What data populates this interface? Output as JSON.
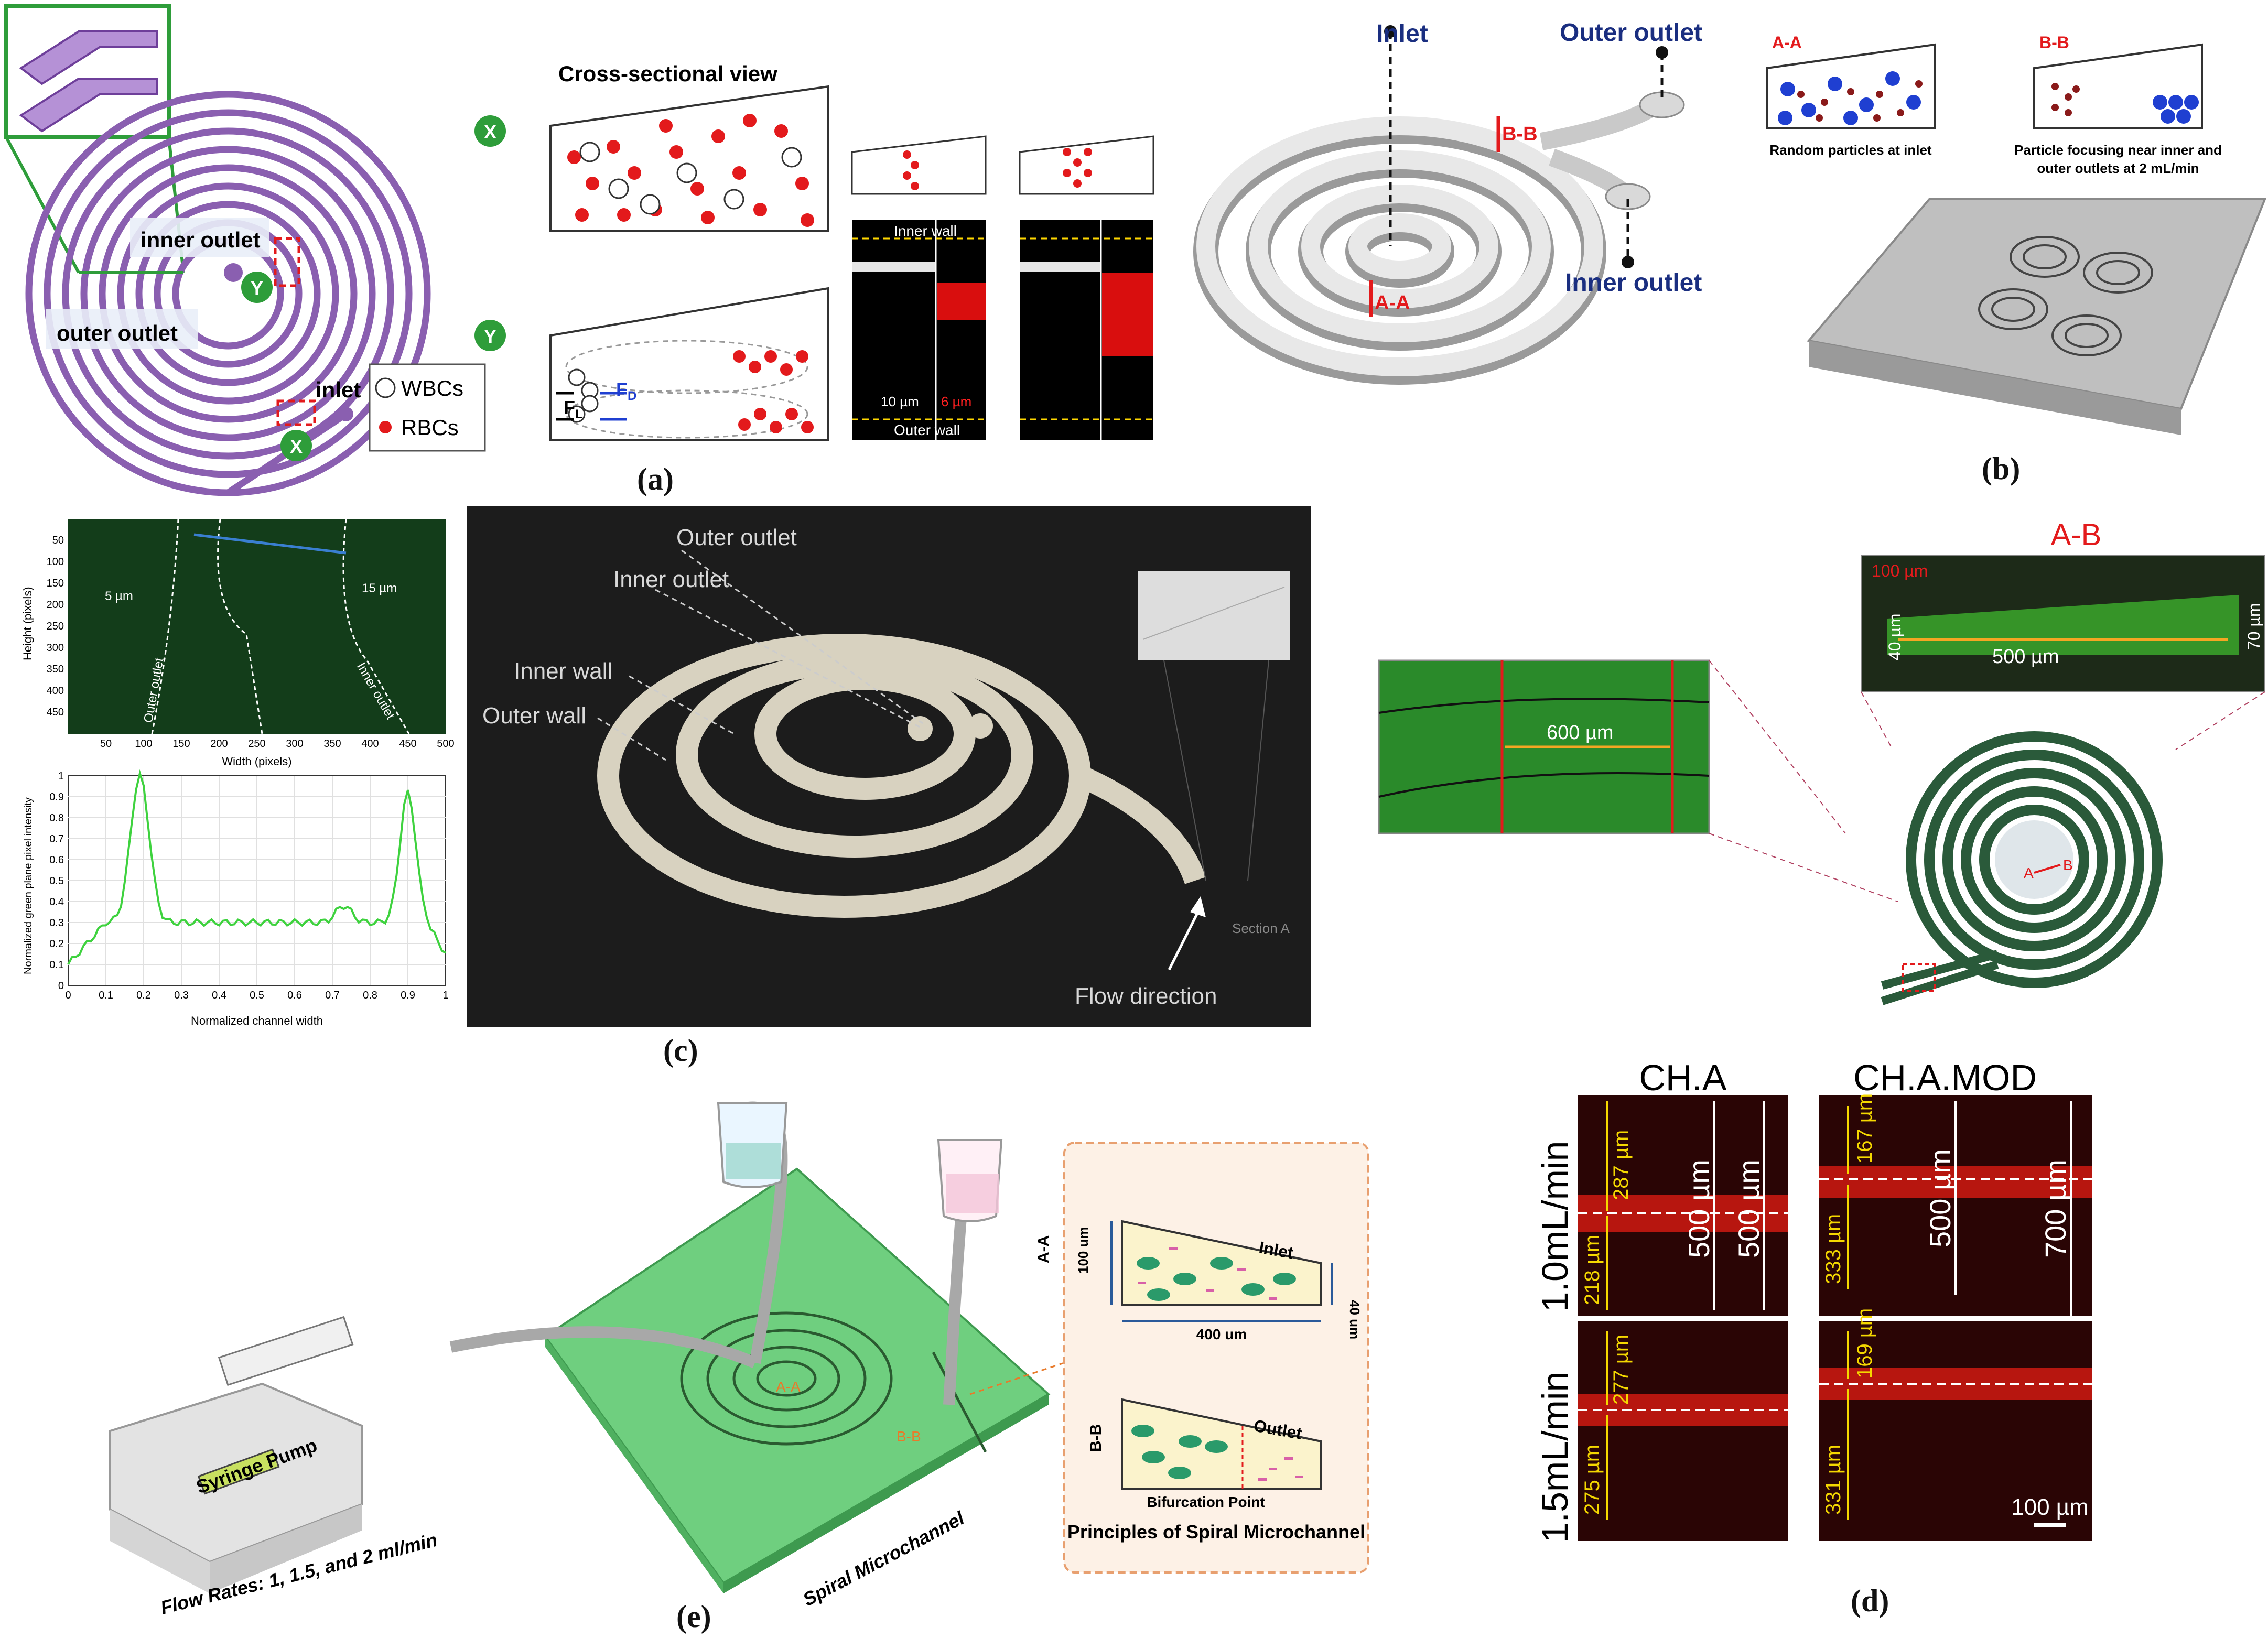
{
  "colors": {
    "purple": "#8a5fb0",
    "green_badge": "#2e9d3a",
    "rbc_red": "#e31a1c",
    "blue_particle": "#1f3fd1",
    "inlet_blue": "#1a2e80",
    "fluor_red": "#c8121a",
    "chip_green": "#5fbf6f"
  },
  "panel_a": {
    "label": "(a)",
    "inner_outlet": "inner outlet",
    "outer_outlet": "outer outlet",
    "inlet": "inlet",
    "badge_x": "X",
    "badge_y": "Y",
    "legend_wbc": "WBCs",
    "legend_rbc": "RBCs",
    "cross_title": "Cross-sectional view",
    "fl": "F",
    "fl_sub": "L",
    "fd": "F",
    "fd_sub": "D",
    "inner_wall": "Inner wall",
    "outer_wall": "Outer wall",
    "size_10": "10 µm",
    "size_6": "6 µm"
  },
  "panel_b": {
    "label": "(b)",
    "inlet": "Inlet",
    "outer_outlet": "Outer outlet",
    "inner_outlet": "Inner outlet",
    "section_bb": "B-B",
    "section_aa": "A-A",
    "aa_title": "A-A",
    "bb_title": "B-B",
    "aa_caption": "Random particles at inlet",
    "bb_caption_1": "Particle focusing near inner and",
    "bb_caption_2": "outer outlets at 2 mL/min"
  },
  "panel_c": {
    "label": "(c)",
    "heat_y_label": "Height (pixels)",
    "heat_x_label": "Width (pixels)",
    "heat_y_ticks": [
      "50",
      "100",
      "150",
      "200",
      "250",
      "300",
      "350",
      "400",
      "450"
    ],
    "heat_x_ticks": [
      "50",
      "100",
      "150",
      "200",
      "250",
      "300",
      "350",
      "400",
      "450",
      "500"
    ],
    "dim_5": "5 µm",
    "dim_15": "15 µm",
    "outer_outlet_small": "Outer outlet",
    "inner_outlet_small": "Inner outlet",
    "plot_y_label": "Normalized green plane pixel intensity",
    "plot_x_label": "Normalized channel width",
    "plot_y_ticks": [
      "0",
      "0.1",
      "0.2",
      "0.3",
      "0.4",
      "0.5",
      "0.6",
      "0.7",
      "0.8",
      "0.9",
      "1"
    ],
    "plot_x_ticks": [
      "0",
      "0.1",
      "0.2",
      "0.3",
      "0.4",
      "0.5",
      "0.6",
      "0.7",
      "0.8",
      "0.9",
      "1"
    ],
    "render_outer_outlet": "Outer outlet",
    "render_inner_outlet": "Inner outlet",
    "render_inner_wall": "Inner wall",
    "render_outer_wall": "Outer wall",
    "flow_direction": "Flow direction",
    "section_a": "Section A",
    "dim_600": "600 µm",
    "ab_title": "A-B",
    "dim_100": "100 µm",
    "dim_40": "40 µm",
    "dim_500": "500 µm",
    "dim_70": "70 µm",
    "spiral_a": "A",
    "spiral_b": "B"
  },
  "panel_d": {
    "label": "(d)",
    "col1": "CH.A",
    "col2": "CH.A.MOD",
    "row1": "1.0mL/min",
    "row2": "1.5mL/min",
    "r1c1_top": "287 µm",
    "r1c1_bot": "218 µm",
    "r1c1_w1": "500 µm",
    "r1c1_w2": "500 µm",
    "r1c2_top": "167 µm",
    "r1c2_bot": "333 µm",
    "r1c2_w1": "500 µm",
    "r1c2_w2": "700 µm",
    "r2c1_top": "277 µm",
    "r2c1_bot": "275 µm",
    "r2c2_top": "169 µm",
    "r2c2_bot": "331 µm",
    "scale": "100 µm"
  },
  "panel_e": {
    "label": "(e)",
    "pump": "Syringe Pump",
    "flow_rates": "Flow Rates: 1, 1.5, and 2 ml/min",
    "chip": "Spiral Microchannel",
    "section_aa": "A-A",
    "section_bb": "B-B",
    "inlet": "Inlet",
    "outlet": "Outlet",
    "dim_100": "100 um",
    "dim_400": "400 um",
    "dim_40": "40 um",
    "side_aa": "A-A",
    "side_bb": "B-B",
    "bifurcation": "Bifurcation Point",
    "principles": "Principles of Spiral Microchannel"
  }
}
